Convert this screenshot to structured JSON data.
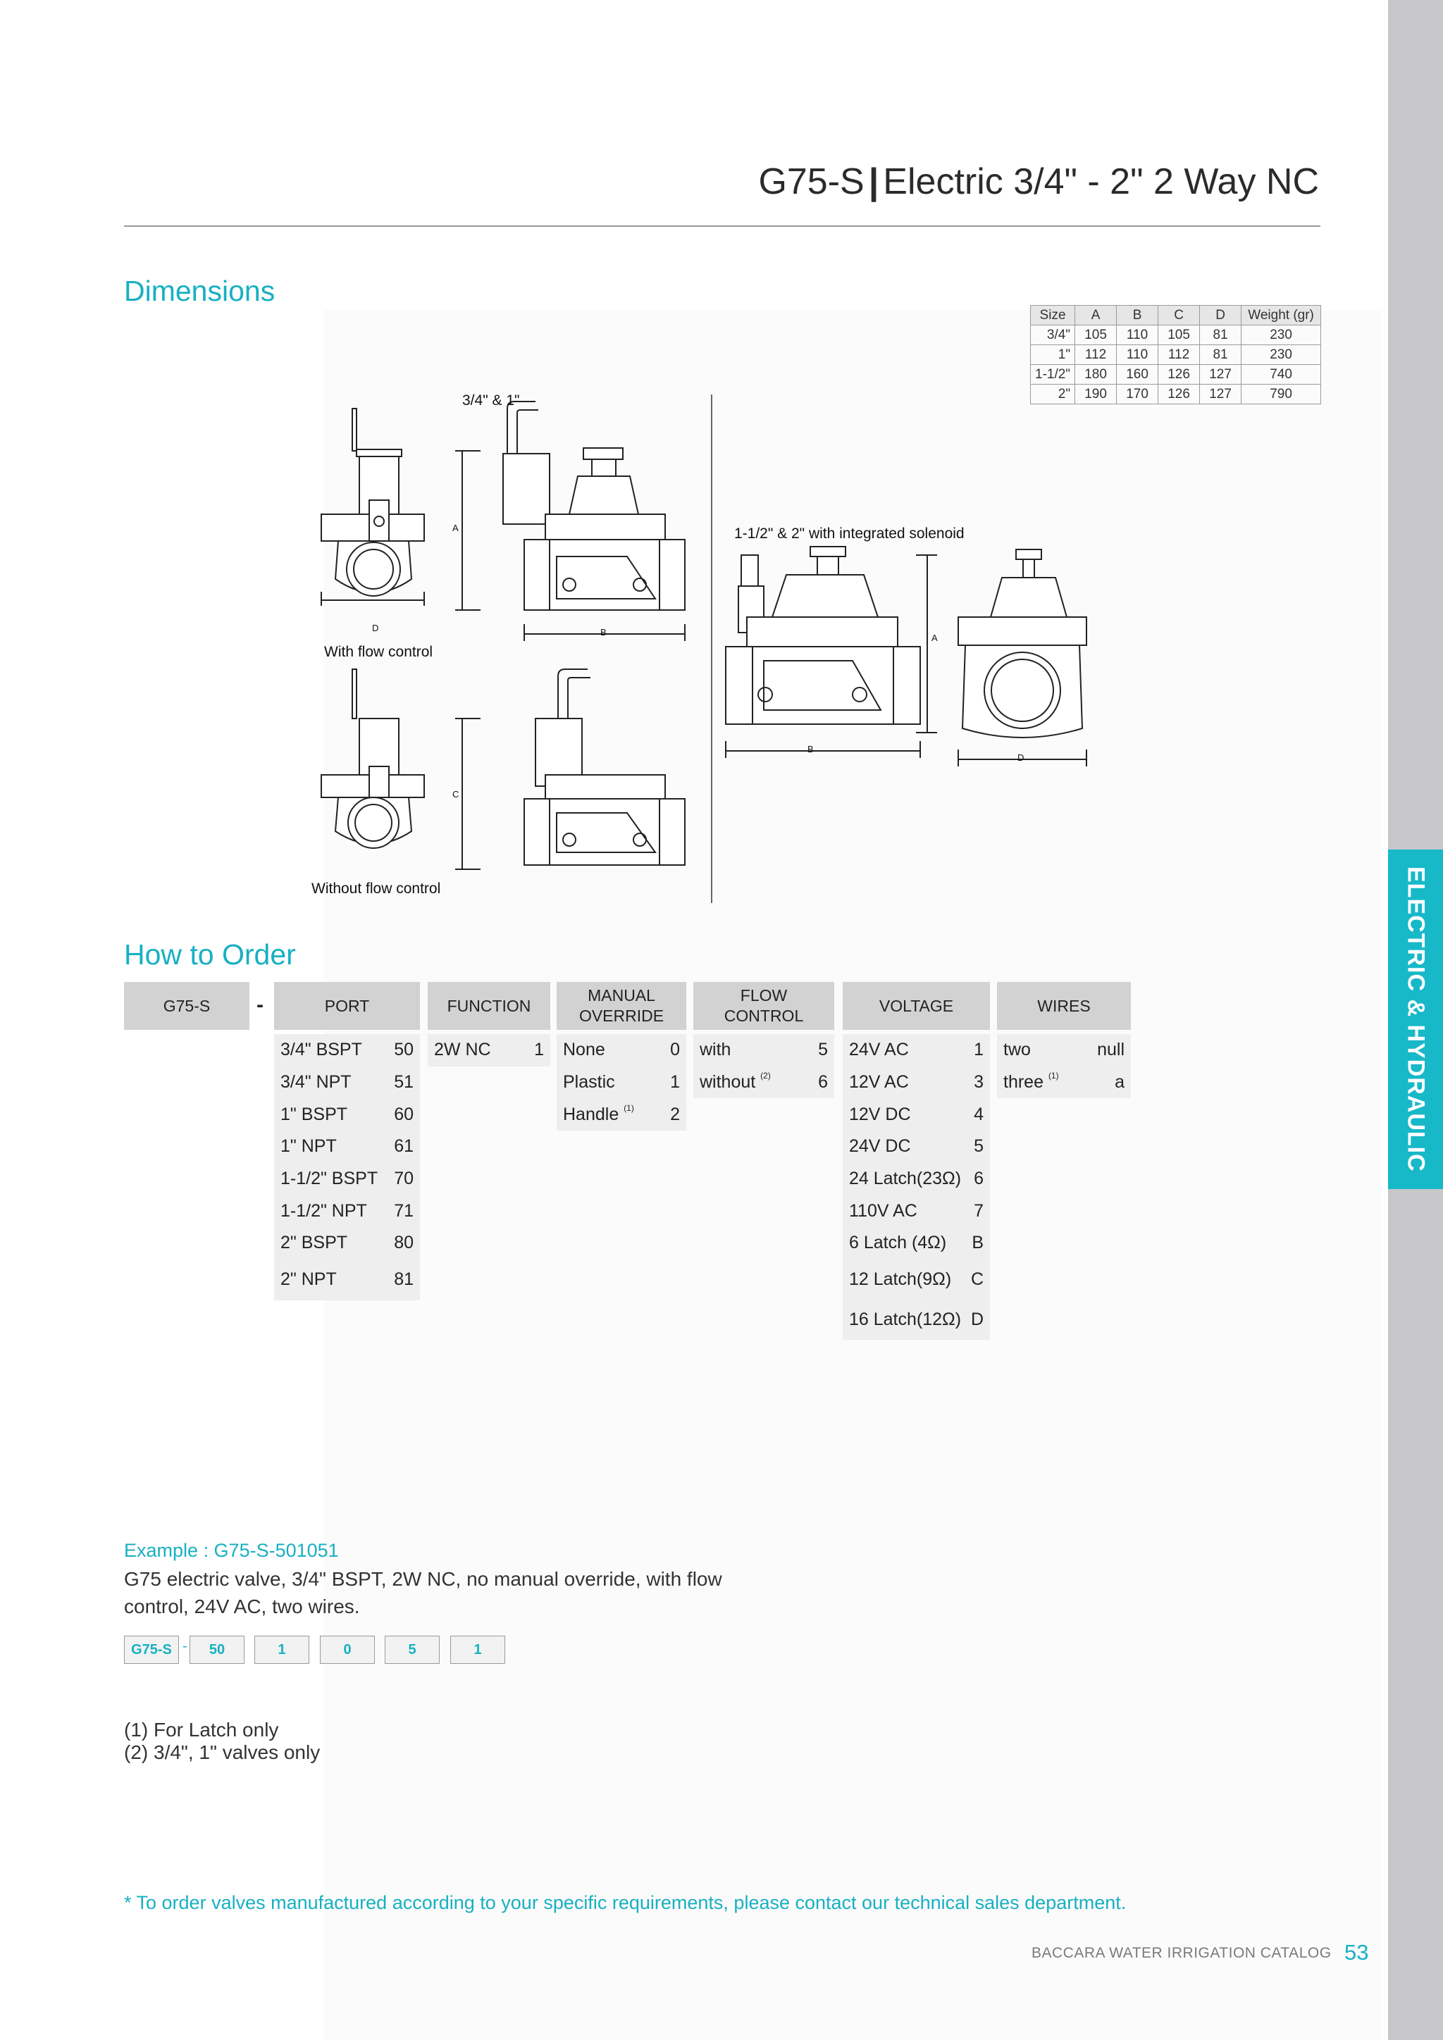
{
  "header": {
    "code": "G75-S",
    "separator": "|",
    "title": "Electric 3/4\" - 2\" 2 Way NC"
  },
  "sidebar": {
    "label": "ELECTRIC & HYDRAULIC",
    "color": "#17b8c8"
  },
  "dimensions": {
    "heading": "Dimensions",
    "table": {
      "headers": [
        "Size",
        "A",
        "B",
        "C",
        "D",
        "Weight (gr)"
      ],
      "rows": [
        [
          "3/4\"",
          "105",
          "110",
          "105",
          "81",
          "230"
        ],
        [
          "1\"",
          "112",
          "110",
          "112",
          "81",
          "230"
        ],
        [
          "1-1/2\"",
          "180",
          "160",
          "126",
          "127",
          "740"
        ],
        [
          "2\"",
          "190",
          "170",
          "126",
          "127",
          "790"
        ]
      ]
    },
    "drawing": {
      "label_small": "3/4\" & 1\"",
      "label_large": "1-1/2\" & 2\" with integrated solenoid",
      "caption_with": "With flow control",
      "caption_without": "Without flow control",
      "dim_a": "A",
      "dim_b": "B",
      "dim_c": "C",
      "dim_d": "D"
    }
  },
  "order": {
    "heading": "How to Order",
    "model": "G75-S",
    "dash": "-",
    "columns": [
      {
        "header": "PORT",
        "rows": [
          [
            "3/4\" BSPT",
            "50"
          ],
          [
            "3/4\" NPT",
            "51"
          ],
          [
            "1\" BSPT",
            "60"
          ],
          [
            "1\" NPT",
            "61"
          ],
          [
            "1-1/2\" BSPT",
            "70"
          ],
          [
            "1-1/2\" NPT",
            "71"
          ],
          [
            "2\" BSPT",
            "80"
          ],
          [
            "2\" NPT",
            "81"
          ]
        ]
      },
      {
        "header": "FUNCTION",
        "rows": [
          [
            "2W NC",
            "1"
          ]
        ]
      },
      {
        "header": "MANUAL OVERRIDE",
        "rows": [
          [
            "None",
            "0"
          ],
          [
            "Plastic",
            "1"
          ],
          [
            "Handle",
            "2"
          ]
        ]
      },
      {
        "header": "FLOW CONTROL",
        "rows": [
          [
            "with",
            "5"
          ],
          [
            "without",
            "6"
          ]
        ]
      },
      {
        "header": "VOLTAGE",
        "rows": [
          [
            "24V AC",
            "1"
          ],
          [
            "12V AC",
            "3"
          ],
          [
            "12V DC",
            "4"
          ],
          [
            "24V DC",
            "5"
          ],
          [
            "24 Latch(23Ω)",
            "6"
          ],
          [
            "110V AC",
            "7"
          ],
          [
            "6 Latch (4Ω)",
            "B"
          ],
          [
            "12 Latch(9Ω)",
            "C"
          ],
          [
            "16 Latch(12Ω)",
            "D"
          ]
        ]
      },
      {
        "header": "WIRES",
        "rows": [
          [
            "two",
            "null"
          ],
          [
            "three",
            "a"
          ]
        ]
      }
    ],
    "notes": {
      "handle": "(1)",
      "without": "(2)",
      "three": "(1)"
    }
  },
  "example": {
    "heading": "Example : G75-S-501051",
    "description": "G75 electric valve, 3/4\" BSPT, 2W NC, no manual override, with flow control, 24V AC, two wires.",
    "code": [
      "G75-S",
      "50",
      "1",
      "0",
      "5",
      "1"
    ],
    "dash": "-"
  },
  "footnotes": [
    "(1) For Latch only",
    "(2) 3/4\", 1\" valves only"
  ],
  "custom_note": "* To order valves manufactured according to your specific requirements, please contact our technical sales department.",
  "footer": {
    "catalog": "BACCARA WATER IRRIGATION CATALOG",
    "page": "53"
  },
  "colors": {
    "accent": "#17b0c2",
    "header_gray": "#d2d2d2",
    "cell_gray": "#eeeeee"
  }
}
